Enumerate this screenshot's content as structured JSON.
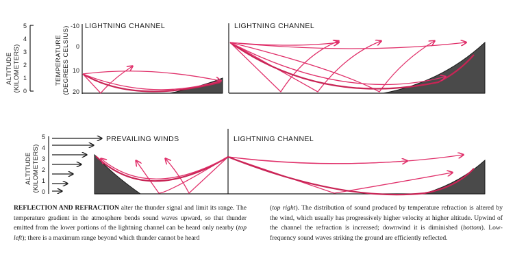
{
  "panels": {
    "top_left": {
      "label": "LIGHTNING CHANNEL"
    },
    "top_right": {
      "label": "LIGHTNING CHANNEL"
    },
    "bottom_left": {
      "label": "PREVAILING WINDS"
    },
    "bottom_right": {
      "label": "LIGHTNING CHANNEL"
    }
  },
  "axes": {
    "top_altitude": {
      "label": "ALTITUDE",
      "unit": "(KILOMETERS)",
      "ticks": [
        "5",
        "4",
        "3",
        "2",
        "1",
        "0"
      ]
    },
    "top_temperature": {
      "label": "TEMPERATURE",
      "unit": "(DEGREES CELSIUS)",
      "ticks": [
        "-10",
        "0",
        "10",
        "20"
      ]
    },
    "bottom_altitude": {
      "label": "ALTITUDE",
      "unit": "(KILOMETERS)",
      "ticks": [
        "5",
        "4",
        "3",
        "2",
        "1",
        "0"
      ]
    }
  },
  "caption": {
    "lead": "REFLECTION AND REFRACTION",
    "left_rest": " alter the thunder signal and limit its range. The temperature gradient in the atmosphere bends sound waves upward, so that thunder emitted from the lower portions of the lightning channel can be heard only nearby (",
    "left_ital1": "top left",
    "left_rest2": "); there is a maximum range beyond which thunder cannot be heard",
    "right_open": "(",
    "right_ital1": "top right",
    "right_rest": "). The distribution of sound produced by temperature refraction is altered by the wind, which usually has progressively higher velocity at higher altitude. Upwind of the channel the refraction is increased; downwind it is diminished (",
    "right_ital2": "bottom",
    "right_rest2": "). Low-frequency sound waves striking the ground are efficiently reflected."
  },
  "colors": {
    "ray": "#e0306a",
    "ground": "#4a4a4a",
    "ink": "#1a1a1a"
  }
}
